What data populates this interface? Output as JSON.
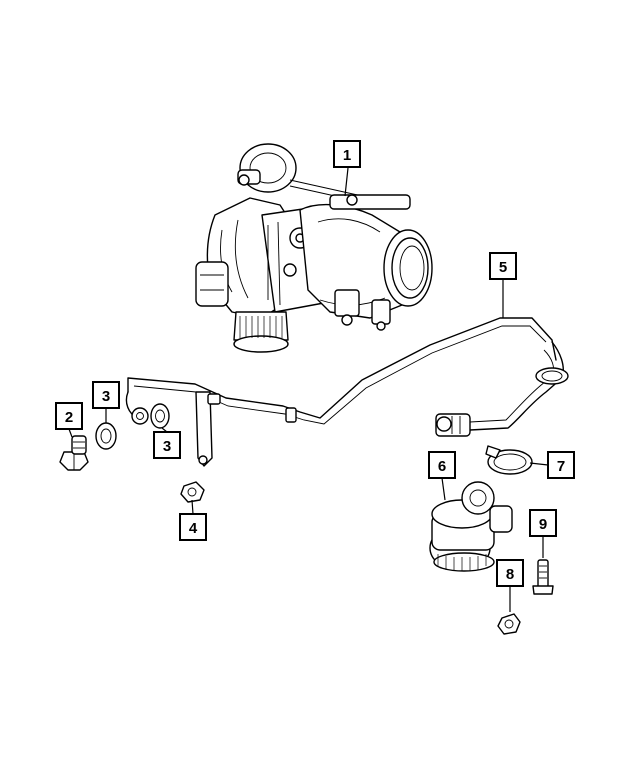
{
  "callouts": [
    {
      "id": "callout-1",
      "label": "1"
    },
    {
      "id": "callout-2",
      "label": "2"
    },
    {
      "id": "callout-3a",
      "label": "3"
    },
    {
      "id": "callout-3b",
      "label": "3"
    },
    {
      "id": "callout-4",
      "label": "4"
    },
    {
      "id": "callout-5",
      "label": "5"
    },
    {
      "id": "callout-6",
      "label": "6"
    },
    {
      "id": "callout-7",
      "label": "7"
    },
    {
      "id": "callout-8",
      "label": "8"
    },
    {
      "id": "callout-9",
      "label": "9"
    }
  ],
  "parts": [
    "turbocharger",
    "banjo-bolt",
    "sealing-washer",
    "sealing-washer",
    "nut",
    "hose-and-tube-assembly",
    "auxiliary-water-pump",
    "hose-clamp",
    "nut",
    "bolt"
  ]
}
